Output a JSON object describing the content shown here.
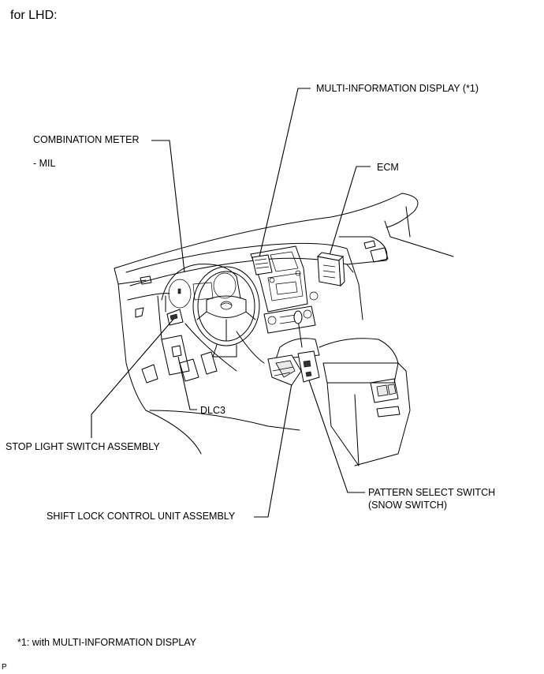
{
  "header": {
    "variant_label": "for LHD:"
  },
  "callouts": {
    "multi_information_display": "MULTI-INFORMATION DISPLAY (*1)",
    "combination_meter": "COMBINATION METER",
    "mil": "- MIL",
    "ecm": "ECM",
    "dlc3": "DLC3",
    "stop_light_switch": "STOP LIGHT SWITCH ASSEMBLY",
    "pattern_select_switch_line1": "PATTERN SELECT SWITCH",
    "pattern_select_switch_line2": "(SNOW SWITCH)",
    "shift_lock_control_unit": "SHIFT LOCK CONTROL UNIT ASSEMBLY"
  },
  "footnote": {
    "text": "*1: with MULTI-INFORMATION DISPLAY"
  },
  "corner_mark": "P"
}
